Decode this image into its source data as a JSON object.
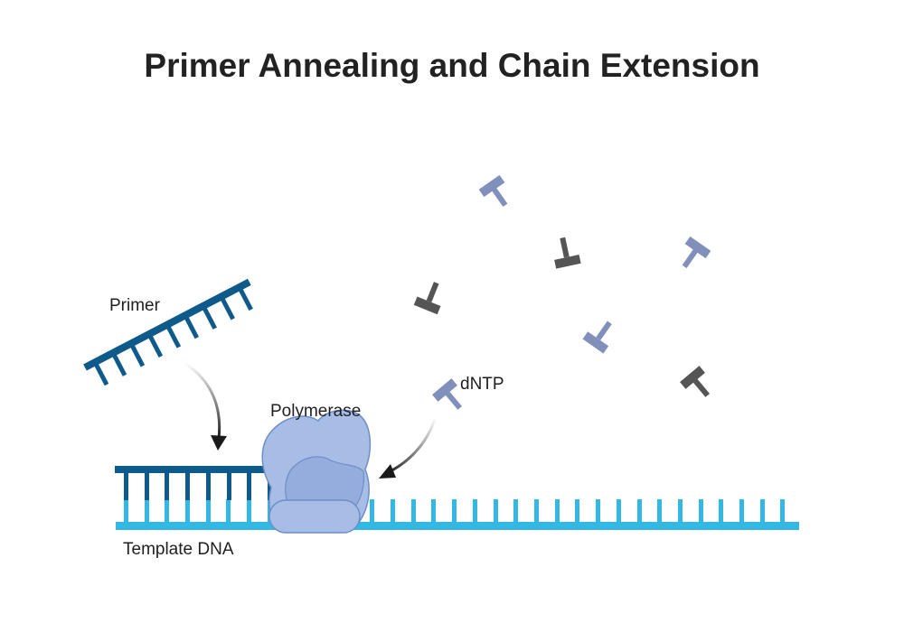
{
  "title": "Primer Annealing and Chain Extension",
  "labels": {
    "primer": "Primer",
    "polymerase": "Polymerase",
    "dntp": "dNTP",
    "template": "Template DNA"
  },
  "colors": {
    "primer_strand": "#0e5a8a",
    "template_strand": "#33b7e3",
    "polymerase_fill": "#a7bde6",
    "polymerase_stroke": "#6f8dc7",
    "dntp_light": "#8190bb",
    "dntp_dark": "#555555",
    "arrow": "#1a1a1a",
    "title_text": "#222222"
  }
}
